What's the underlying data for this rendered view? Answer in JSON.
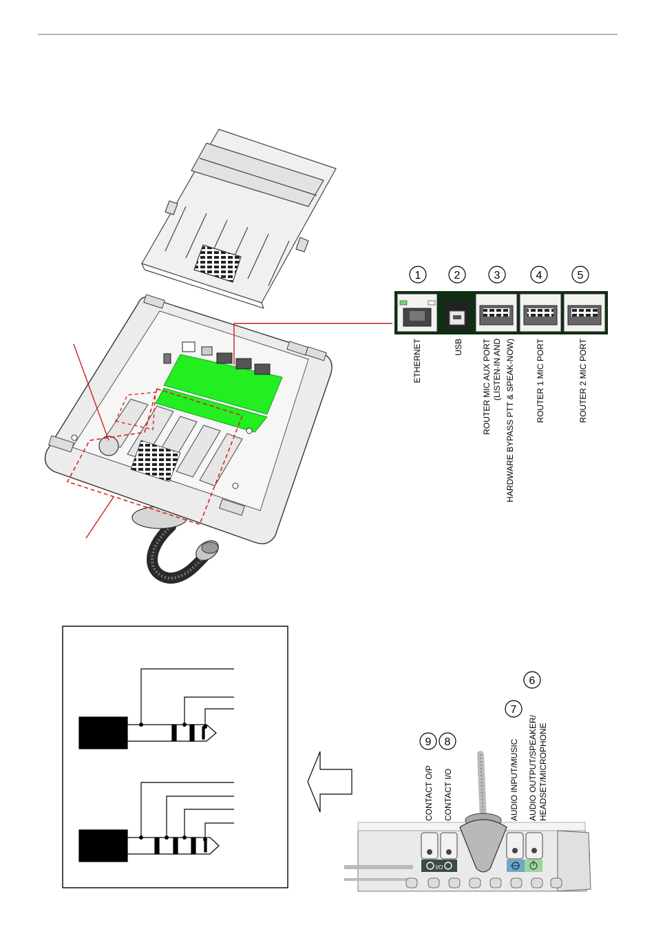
{
  "ports": [
    {
      "number": "1",
      "label": "ETHERNET"
    },
    {
      "number": "2",
      "label": "USB"
    },
    {
      "number": "3",
      "label_lines": [
        "ROUTER MIC AUX PORT",
        "(LISTEN-IN AND",
        "HARDWARE BYPASS  PTT & SPEAK-NOW)"
      ]
    },
    {
      "number": "4",
      "label": "ROUTER 1 MIC PORT"
    },
    {
      "number": "5",
      "label": "ROUTER 2 MIC PORT"
    }
  ],
  "jacks": [
    {
      "number": "6",
      "label_lines": [
        "AUDIO OUTPUT/SPEAKER/",
        "HEADSET/MICROPHONE"
      ]
    },
    {
      "number": "7",
      "label": "AUDIO INPUT/MUSIC"
    },
    {
      "number": "8",
      "label": "CONTACT I/O"
    },
    {
      "number": "9",
      "label": "CONTACT O/P"
    }
  ],
  "panel_marking": "I/O",
  "colors": {
    "pcb_green": "#22ee22",
    "callout_red": "#cc1f1f",
    "dashed_red": "#e02020",
    "housing_gray": "#e8e8e8",
    "jack_blue": "#6fa8c8",
    "jack_green": "#9fd59f",
    "jack_dark": "#3b4a4a"
  }
}
